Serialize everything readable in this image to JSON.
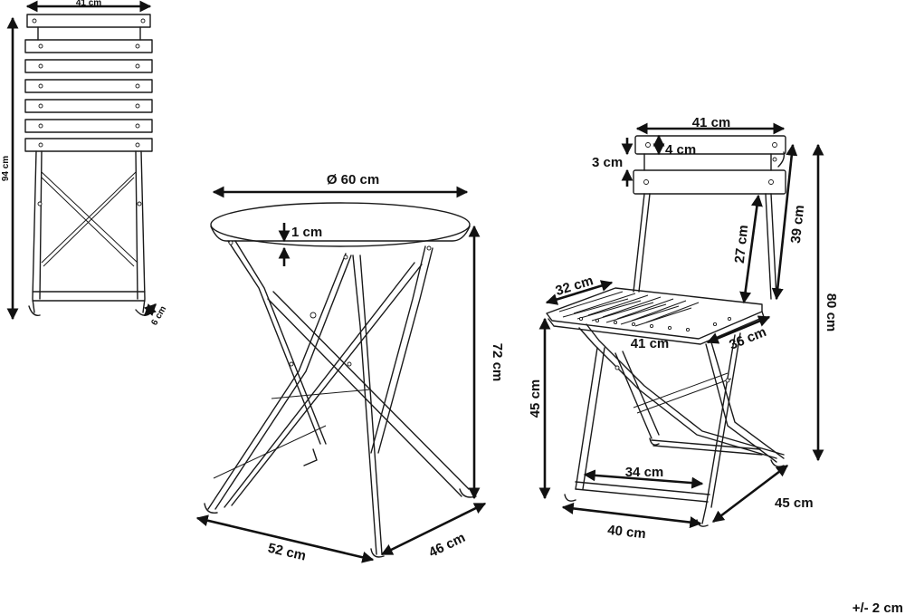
{
  "tolerance": "+/- 2 cm",
  "folded_chair": {
    "width": "41 cm",
    "height": "94 cm",
    "depth": "6 cm"
  },
  "table": {
    "diameter": "Ø 60 cm",
    "top_thickness": "1 cm",
    "height": "72 cm",
    "base_width": "52 cm",
    "base_depth": "46 cm"
  },
  "chair": {
    "back_width": "41 cm",
    "slat_height": "4 cm",
    "slat_gap": "3 cm",
    "back_height": "39 cm",
    "back_inner_height": "27 cm",
    "overall_height": "80 cm",
    "seat_side": "32 cm",
    "seat_width": "41 cm",
    "seat_depth": "36 cm",
    "seat_height": "45 cm",
    "inner_width": "34 cm",
    "base_width": "40 cm",
    "base_depth": "45 cm"
  }
}
